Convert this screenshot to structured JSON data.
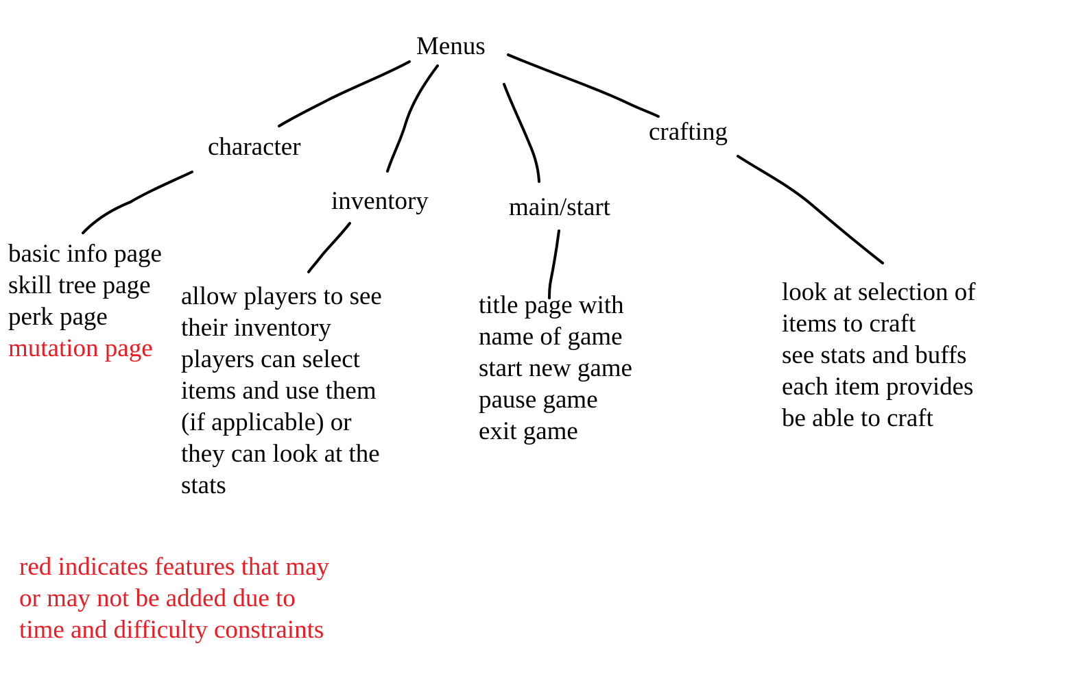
{
  "root": {
    "label": "Menus"
  },
  "categories": {
    "character": {
      "label": "character",
      "items": [
        {
          "text": "basic info page",
          "optional": false
        },
        {
          "text": "skill tree page",
          "optional": false
        },
        {
          "text": "perk page",
          "optional": false
        },
        {
          "text": "mutation page",
          "optional": true
        }
      ]
    },
    "inventory": {
      "label": "inventory",
      "lines": [
        "allow players to see",
        "their inventory",
        "players can select",
        "items and use them",
        "(if applicable) or",
        "they can look at the",
        "stats"
      ]
    },
    "main_start": {
      "label": "main/start",
      "lines": [
        "title page with",
        "name of game",
        "start new game",
        "pause game",
        "exit game"
      ]
    },
    "crafting": {
      "label": "crafting",
      "lines": [
        "look at selection of",
        "items to craft",
        "see stats and buffs",
        "each item provides",
        "be able to craft"
      ]
    }
  },
  "legend": {
    "lines": [
      "red indicates features that may",
      "or may not be added due to",
      "time and difficulty constraints"
    ]
  },
  "colors": {
    "optional_feature": "#ed1c24",
    "text": "#000000",
    "connector": "#000000"
  }
}
